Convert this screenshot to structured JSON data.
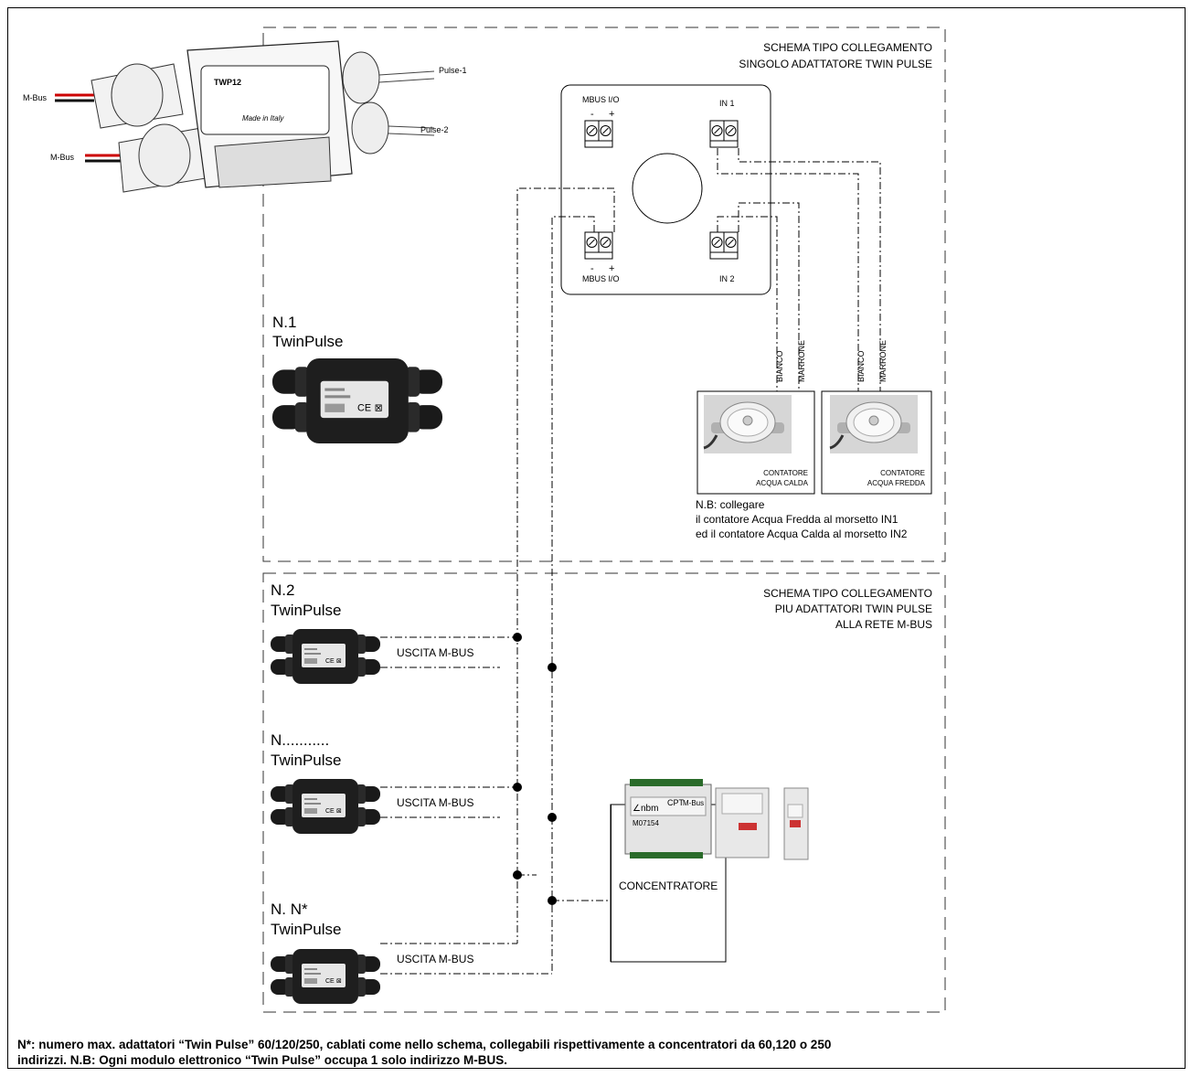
{
  "top_section": {
    "title_line1": "SCHEMA TIPO COLLEGAMENTO",
    "title_line2": "SINGOLO ADATTATORE TWIN PULSE",
    "product": {
      "model": "TWP12",
      "made_in": "Made in Italy",
      "mbus_label_1": "M-Bus",
      "mbus_label_2": "M-Bus",
      "pulse1": "Pulse-1",
      "pulse2": "Pulse-2"
    },
    "module": {
      "mbus_top": "MBUS I/O",
      "mbus_bottom": "MBUS I/O",
      "minus": "-",
      "plus": "+",
      "in1": "IN 1",
      "in2": "IN 2"
    },
    "wire_labels": {
      "white": "BIANCO",
      "brown": "MARRONE"
    },
    "meter_hot": {
      "line1": "CONTATORE",
      "line2": "ACQUA CALDA"
    },
    "meter_cold": {
      "line1": "CONTATORE",
      "line2": "ACQUA FREDDA"
    },
    "note_line1": "N.B: collegare",
    "note_line2": "il contatore Acqua Fredda al morsetto IN1",
    "note_line3": "ed il contatore Acqua Calda al morsetto IN2",
    "device_n1": {
      "num": "N.1",
      "name": "TwinPulse"
    }
  },
  "bottom_section": {
    "title_line1": "SCHEMA TIPO COLLEGAMENTO",
    "title_line2": "PIU ADATTATORI TWIN PULSE",
    "title_line3": "ALLA RETE M-BUS",
    "devices": [
      {
        "num": "N.2",
        "name": "TwinPulse",
        "output": "USCITA M-BUS"
      },
      {
        "num": "N...........",
        "name": "TwinPulse",
        "output": "USCITA M-BUS"
      },
      {
        "num": "N. N*",
        "name": "TwinPulse",
        "output": "USCITA M-BUS"
      }
    ],
    "concentrator": {
      "label": "CONCENTRATORE",
      "brand": "nbm",
      "brand_prefix": "∠",
      "logo": "CPT",
      "logo_suffix": "M-Bus",
      "model": "M07154"
    }
  },
  "footnote": {
    "line1": "N*: numero max. adattatori “Twin Pulse” 60/120/250, cablati come nello schema, collegabili rispettivamente a concentratori da 60,120 o 250",
    "line2": "indirizzi. N.B: Ogni modulo elettronico “Twin Pulse”  occupa 1 solo indirizzo M-BUS."
  }
}
